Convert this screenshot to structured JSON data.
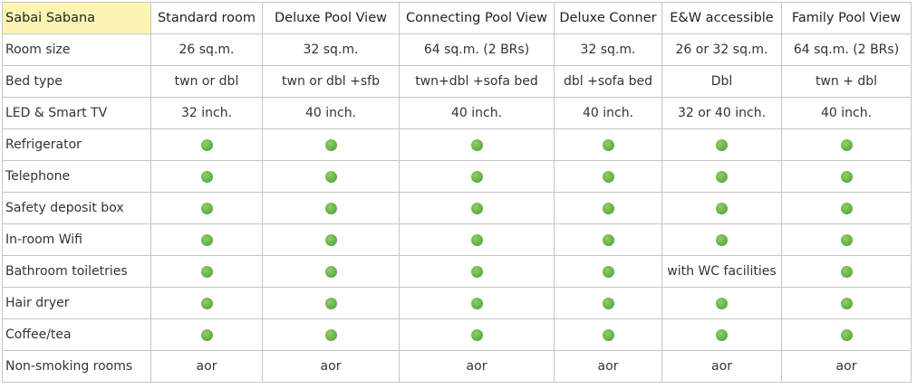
{
  "table": {
    "corner_label": "Sabai Sabana",
    "columns": [
      "Standard room",
      "Deluxe Pool View",
      "Connecting Pool View",
      "Deluxe Conner",
      "E&W accessible",
      "Family Pool View"
    ],
    "rows": [
      {
        "label": "Room size",
        "cells": [
          "26 sq.m.",
          "32 sq.m.",
          "64 sq.m. (2 BRs)",
          "32 sq.m.",
          "26 or 32 sq.m.",
          "64 sq.m. (2 BRs)"
        ]
      },
      {
        "label": "Bed type",
        "cells": [
          "twn or dbl",
          "twn or dbl +sfb",
          "twn+dbl +sofa bed",
          "dbl +sofa bed",
          "Dbl",
          "twn + dbl"
        ]
      },
      {
        "label": "LED & Smart TV",
        "cells": [
          "32 inch.",
          "40 inch.",
          "40 inch.",
          "40 inch.",
          "32 or 40 inch.",
          "40 inch."
        ]
      },
      {
        "label": "Refrigerator",
        "cells": [
          "●",
          "●",
          "●",
          "●",
          "●",
          "●"
        ]
      },
      {
        "label": "Telephone",
        "cells": [
          "●",
          "●",
          "●",
          "●",
          "●",
          "●"
        ]
      },
      {
        "label": "Safety deposit box",
        "cells": [
          "●",
          "●",
          "●",
          "●",
          "●",
          "●"
        ]
      },
      {
        "label": "In-room Wifi",
        "cells": [
          "●",
          "●",
          "●",
          "●",
          "●",
          "●"
        ]
      },
      {
        "label": "Bathroom toiletries",
        "cells": [
          "●",
          "●",
          "●",
          "●",
          "with WC facilities",
          "●"
        ]
      },
      {
        "label": "Hair dryer",
        "cells": [
          "●",
          "●",
          "●",
          "●",
          "●",
          "●"
        ]
      },
      {
        "label": "Coffee/tea",
        "cells": [
          "●",
          "●",
          "●",
          "●",
          "●",
          "●"
        ]
      },
      {
        "label": "Non-smoking rooms",
        "cells": [
          "aor",
          "aor",
          "aor",
          "aor",
          "aor",
          "aor"
        ]
      }
    ]
  },
  "colors": {
    "check_dot": "#6ab24a",
    "corner_highlight": "#fdf6b3",
    "border": "#c6c6c6"
  }
}
